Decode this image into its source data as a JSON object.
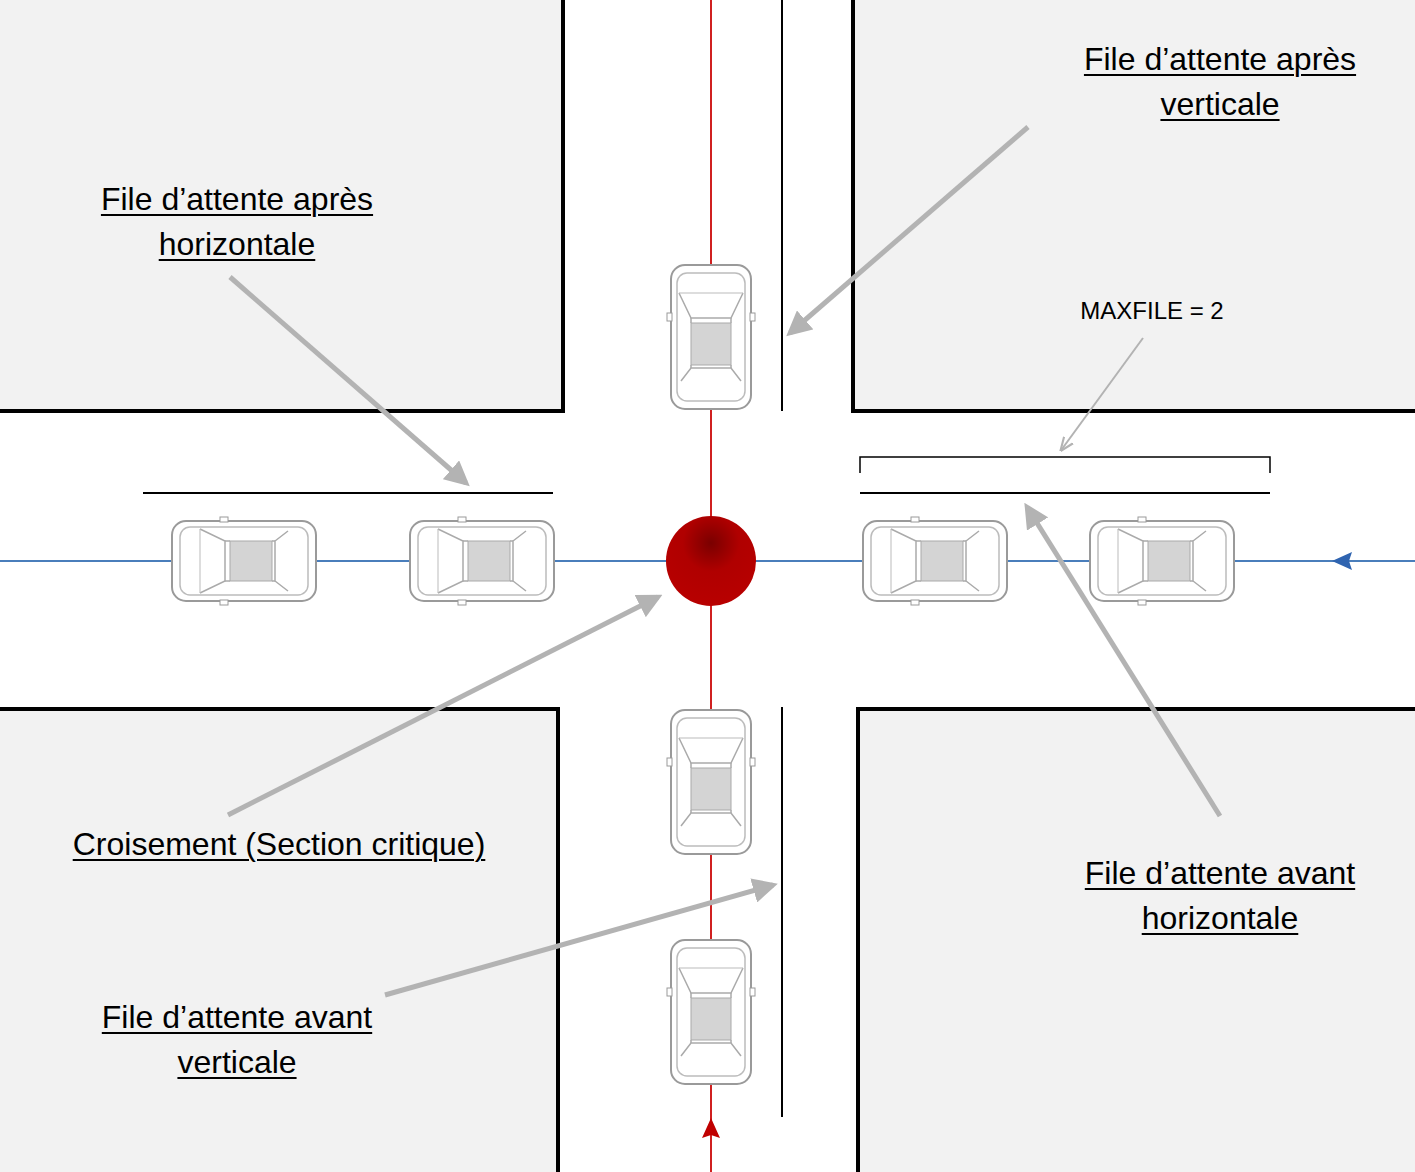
{
  "diagram": {
    "labels": [
      "File d’attente après verticale",
      "File d’attente après horizontale",
      "MAXFILE = 2",
      "Croisement (Section critique)",
      "File d’attente avant horizontale",
      "File d’attente avant verticale"
    ]
  }
}
